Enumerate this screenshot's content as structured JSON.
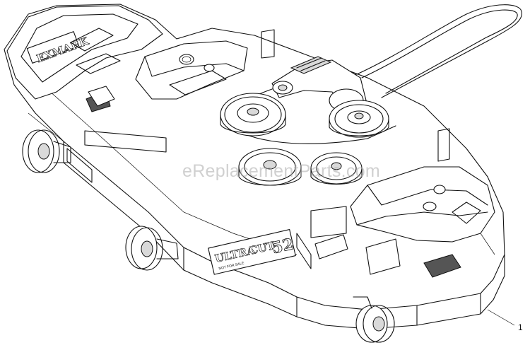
{
  "watermark": "eReplacementParts.com",
  "callouts": [
    {
      "number": "1"
    }
  ],
  "deck_label": {
    "brand_left": "ULTRA",
    "brand_right": "CUT",
    "size": "52",
    "subtitle": "NOT FOR SALE"
  },
  "top_logo": "EXMARK",
  "colors": {
    "line": "#111111",
    "shade": "#d9d9d9",
    "watermark": "#aaaaaa"
  }
}
